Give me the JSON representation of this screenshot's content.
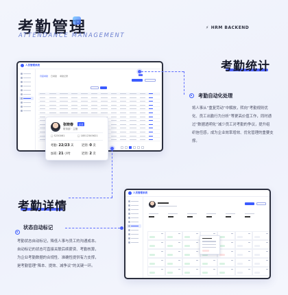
{
  "header": {
    "title": "考勤管理",
    "subtitle": "ATTENDANCE MANAGEMENT",
    "brand": "HRM BACKEND",
    "brand_icon": "lightning-icon"
  },
  "section_stats": {
    "title": "考勤统计",
    "feature_title": "考勤自动化处理",
    "paragraph_lines": [
      "将人事从“重复劳动”中解放，转向“考勤规则优",
      "化、员工出勤行为分析”等更高价值工作，同时通",
      "过“数据透明化”减少员工对考勤的争议，提升组",
      "织信任感，成为企业效率增效、优化管理的重要支",
      "撑。"
    ]
  },
  "section_detail": {
    "title": "考勤详情",
    "feature_title": "状态自动标记",
    "paragraph_lines": [
      "考勤状态自动标记，降低人事与员工的沟通成本。",
      "自动标记的状态可直接关联后续薪资、考勤核算，",
      "为企业考勤数据的合规性、准确性提供有力支撑，",
      "是考勤管理“降本、提效、减争议”的关键一环。"
    ]
  },
  "screenshot_top": {
    "app_name": "人员管理系统",
    "tabs": [
      "月度考勤",
      "日考勤",
      "考勤记录"
    ]
  },
  "screenshot_bottom": {
    "app_name": "人员管理系统"
  },
  "employee_card": {
    "name": "张晓春",
    "tag": "正式",
    "dept": "财务部 · 主管",
    "id_label": "S230061",
    "phone": "18512345621",
    "stats": [
      {
        "label": "考勤:",
        "value": "22/23",
        "unit": "天"
      },
      {
        "label": "迟到:",
        "value": "0",
        "unit": "次"
      },
      {
        "label": "加班:",
        "value": "21",
        "unit": "小时"
      },
      {
        "label": "迟到:",
        "value": "2",
        "unit": "次"
      }
    ]
  },
  "colors": {
    "accent": "#4d63ff",
    "dark": "#1a1d2e",
    "text": "#4d5066"
  }
}
